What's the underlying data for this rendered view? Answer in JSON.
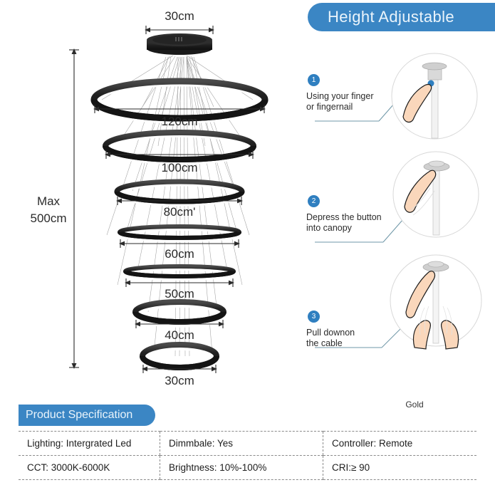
{
  "header": {
    "title": "Height Adjustable",
    "accent_color": "#3b86c4"
  },
  "diagram": {
    "max_label_line1": "Max",
    "max_label_line2": "500cm",
    "canopy_label": "30cm",
    "rings": [
      {
        "label": "120cm"
      },
      {
        "label": "100cm"
      },
      {
        "label": "80cm'"
      },
      {
        "label": "60cm"
      },
      {
        "label": "50cm"
      },
      {
        "label": "40cm"
      },
      {
        "label": "30cm"
      }
    ]
  },
  "steps": [
    {
      "number": "1",
      "line1": "Using your finger",
      "line2": "or fingernail"
    },
    {
      "number": "2",
      "line1": "Depress the button",
      "line2": "into canopy"
    },
    {
      "number": "3",
      "line1": "Pull downon",
      "line2": "the cable"
    }
  ],
  "color_option": {
    "name": "Gold",
    "swatch_hex": "#c9a košice"
  },
  "specification": {
    "banner_title": "Product Specification",
    "rows": [
      [
        "Lighting: Intergrated Led",
        "Dimmbale: Yes",
        "Controller: Remote"
      ],
      [
        "CCT: 3000K-6000K",
        "Brightness: 10%-100%",
        "CRI:≥ 90"
      ]
    ]
  }
}
